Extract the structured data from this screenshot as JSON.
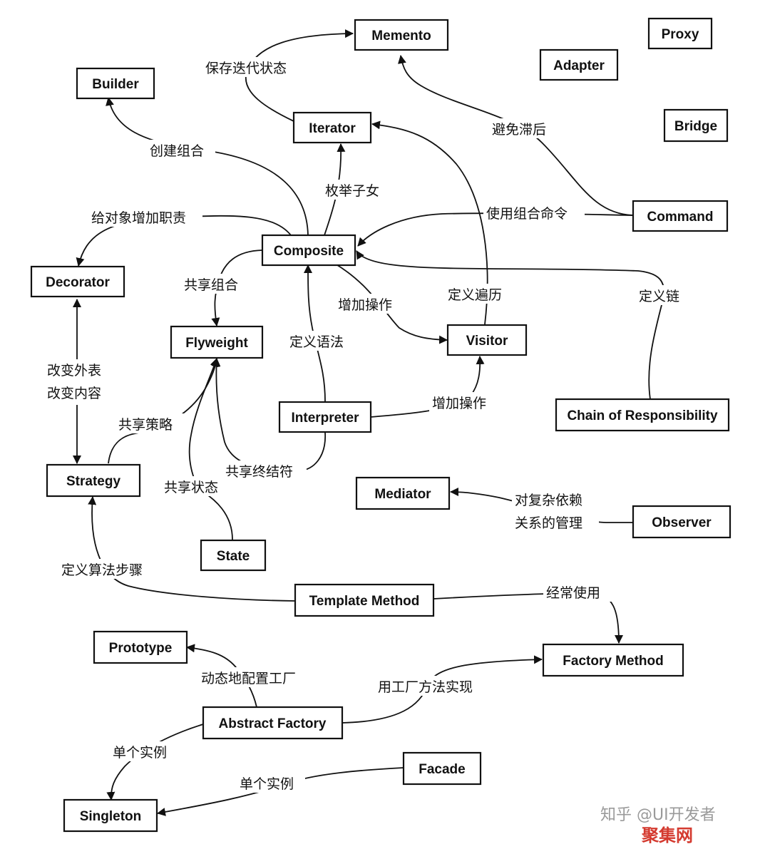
{
  "nodes": {
    "memento": "Memento",
    "proxy": "Proxy",
    "adapter": "Adapter",
    "builder": "Builder",
    "bridge": "Bridge",
    "iterator": "Iterator",
    "command": "Command",
    "composite": "Composite",
    "decorator": "Decorator",
    "flyweight": "Flyweight",
    "visitor": "Visitor",
    "chain": "Chain of Responsibility",
    "interpreter": "Interpreter",
    "strategy": "Strategy",
    "mediator": "Mediator",
    "observer": "Observer",
    "state": "State",
    "template_method": "Template Method",
    "prototype": "Prototype",
    "factory_method": "Factory Method",
    "abstract_factory": "Abstract Factory",
    "facade": "Facade",
    "singleton": "Singleton"
  },
  "edges": {
    "iterator_memento": "保存迭代状态",
    "command_memento": "避免滞后",
    "composite_builder": "创建组合",
    "composite_iterator": "枚举子女",
    "command_composite": "使用组合命令",
    "composite_decorator": "给对象增加职责",
    "composite_flyweight": "共享组合",
    "visitor_iterator": "定义遍历",
    "chain_composite": "定义链",
    "composite_visitor": "增加操作",
    "interpreter_composite": "定义语法",
    "decorator_strategy_line1": "改变外表",
    "decorator_strategy_line2": "改变内容",
    "strategy_flyweight": "共享策略",
    "interpreter_visitor": "增加操作",
    "interpreter_flyweight": "共享终结符",
    "state_flyweight": "共享状态",
    "observer_mediator_line1": "对复杂依赖",
    "observer_mediator_line2": "关系的管理",
    "template_strategy": "定义算法步骤",
    "template_factory": "经常使用",
    "abstract_prototype": "动态地配置工厂",
    "abstract_factory_method": "用工厂方法实现",
    "abstract_singleton": "单个实例",
    "facade_singleton": "单个实例"
  },
  "watermark": {
    "text": "知乎 @UI开发者",
    "brand": "聚集网"
  }
}
